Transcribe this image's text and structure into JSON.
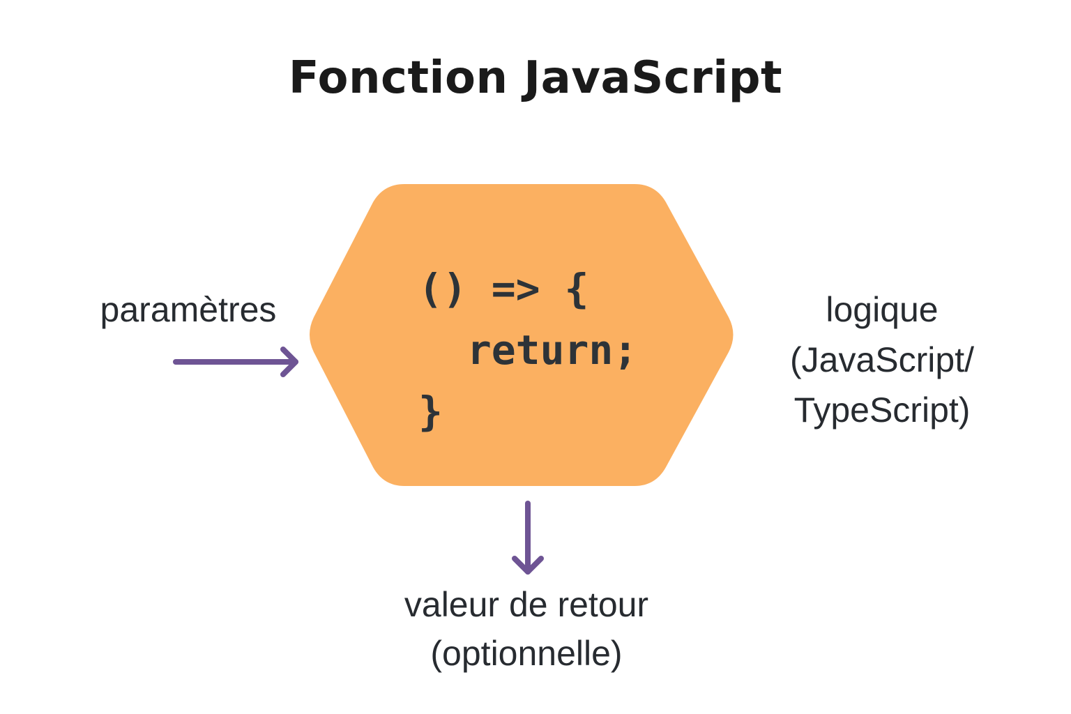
{
  "title": "Fonction JavaScript",
  "hexagon": {
    "fill_color": "#FBB061",
    "code_lines": [
      "() => {",
      "  return;",
      "}"
    ]
  },
  "labels": {
    "input": "paramètres",
    "logic": [
      "logique",
      "(JavaScript/",
      "TypeScript)"
    ],
    "output": [
      "valeur de retour",
      "(optionnelle)"
    ]
  },
  "arrows": {
    "color": "#6E5494",
    "input_arrow": "arrow-right",
    "output_arrow": "arrow-down"
  }
}
